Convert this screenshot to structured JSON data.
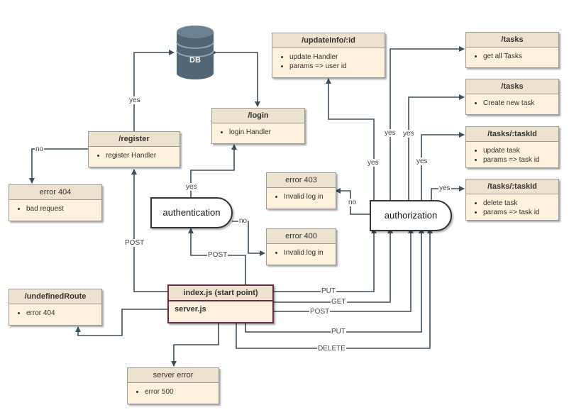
{
  "db": {
    "label": "DB"
  },
  "start": {
    "title": "index.js (start point)",
    "body": "server.js"
  },
  "terminals": {
    "authentication": "authentication",
    "authorization": "authorization"
  },
  "boxes": {
    "register": {
      "title": "/register",
      "items": [
        "register Handler"
      ]
    },
    "login": {
      "title": "/login",
      "items": [
        "login Handler"
      ]
    },
    "error404_register": {
      "title": "error 404",
      "items": [
        "bad request"
      ]
    },
    "error403": {
      "title": "error 403",
      "items": [
        "Invalid log in"
      ]
    },
    "error400": {
      "title": "error 400",
      "items": [
        "Invalid log in"
      ]
    },
    "undefined_route": {
      "title": "/undefinedRoute",
      "items": [
        "error 404"
      ]
    },
    "server_error": {
      "title": "server error",
      "items": [
        "error 500"
      ]
    },
    "update_info": {
      "title": "/updateInfo/:id",
      "items": [
        "update Handler",
        "params => user id"
      ]
    },
    "tasks_get": {
      "title": "/tasks",
      "items": [
        "get all Tasks"
      ]
    },
    "tasks_post": {
      "title": "/tasks",
      "items": [
        "Create new task"
      ]
    },
    "task_update": {
      "title": "/tasks/:taskId",
      "items": [
        "update task",
        "params => task id"
      ]
    },
    "task_delete": {
      "title": "/tasks/:taskId",
      "items": [
        "delete task",
        "params => task id"
      ]
    }
  },
  "edge_labels": {
    "register_yes": "yes",
    "register_no": "no",
    "auth_yes": "yes",
    "auth_no": "no",
    "post_register": "POST",
    "post_login": "POST",
    "put_authorization": "PUT",
    "get_tasks": "GET",
    "post_tasks": "POST",
    "put_task": "PUT",
    "delete_task": "DELETE",
    "authz_no": "no",
    "authz_yes_update": "yes",
    "authz_yes_get": "yes",
    "authz_yes_post": "yes",
    "authz_yes_put": "yes",
    "authz_yes_delete": "yes"
  }
}
